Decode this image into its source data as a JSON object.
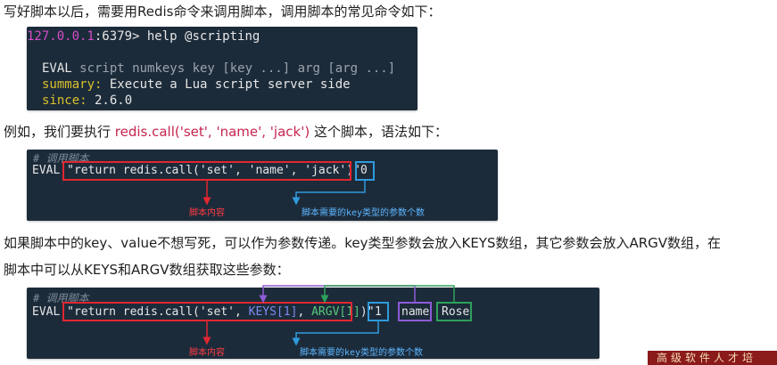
{
  "intro": "写好脚本以后，需要用Redis命令来调用脚本，调用脚本的常见命令如下：",
  "term1": {
    "prompt_ip": "127.0.0.1",
    "prompt_rest": ":6379> ",
    "command": "help @scripting",
    "eval_kw": "EVAL",
    "eval_args": " script numkeys key [key ...] arg [arg ...]",
    "summary_label": "summary:",
    "summary_text": " Execute a Lua script server side",
    "since_label": "since:",
    "since_text": " 2.6.0"
  },
  "para2": {
    "before": "例如，我们要执行 ",
    "code": "redis.call('set', 'name', 'jack')",
    "after": " 这个脚本，语法如下："
  },
  "term2": {
    "comment": "# 调用脚本",
    "eval": "EVAL ",
    "script": "\"return redis.call('set', 'name', 'jack')\"",
    "numkeys": "0",
    "ann_script": "脚本内容",
    "ann_numkeys": "脚本需要的key类型的参数个数"
  },
  "para3": {
    "line1": "如果脚本中的key、value不想写死，可以作为参数传递。key类型参数会放入KEYS数组，其它参数会放入ARGV数组，在",
    "line2": "脚本中可以从KEYS和ARGV数组获取这些参数："
  },
  "term3": {
    "comment": "# 调用脚本",
    "eval": "EVAL ",
    "s1": "\"return redis.call('set', ",
    "keys": "KEYS[1]",
    "s2": ", ",
    "argv": "ARGV[1]",
    "s3": ")\"",
    "numkeys": "1",
    "key_value": "name",
    "arg_value": "Rose",
    "ann_script": "脚本内容",
    "ann_numkeys": "脚本需要的key类型的参数个数"
  },
  "logo_text": "高级软件人才培"
}
